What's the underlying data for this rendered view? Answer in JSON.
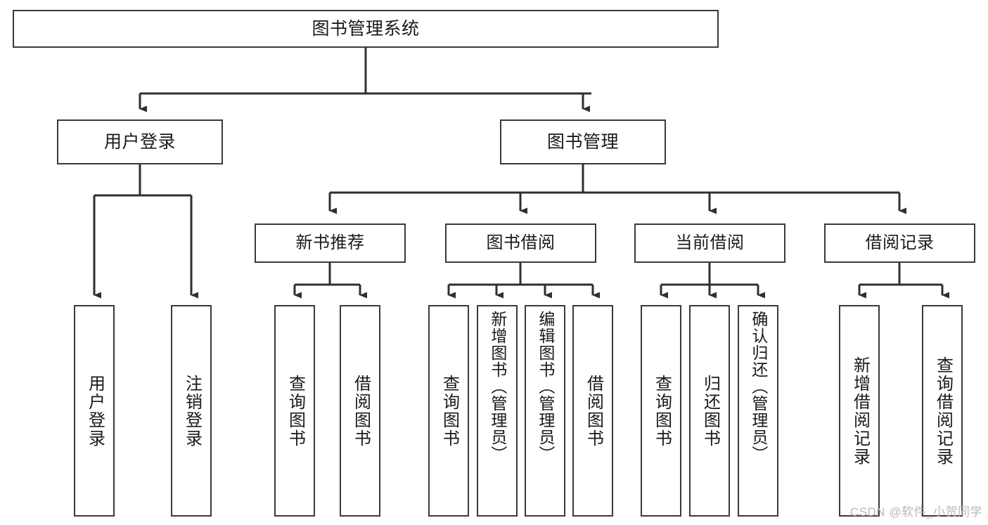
{
  "diagram": {
    "title": "图书管理系统",
    "type": "functional-structure-tree",
    "background_color": "#ffffff",
    "box_border_color": "#3a3a3a",
    "connector_color": "#2f2f2f",
    "text_color": "#1a1a1a"
  },
  "root": {
    "label": "图书管理系统"
  },
  "branches": [
    {
      "label": "用户登录"
    },
    {
      "label": "图书管理"
    }
  ],
  "mid_nodes": [
    {
      "label": "新书推荐"
    },
    {
      "label": "图书借阅"
    },
    {
      "label": "当前借阅"
    },
    {
      "label": "借阅记录"
    }
  ],
  "leaves": {
    "user_login": [
      {
        "label": "用户登录"
      },
      {
        "label": "注销登录"
      }
    ],
    "new_book_recommend": [
      {
        "label": "查询图书"
      },
      {
        "label": "借阅图书"
      }
    ],
    "book_borrow": [
      {
        "label": "查询图书"
      },
      {
        "label": "新增图书（管理员）"
      },
      {
        "label": "编辑图书（管理员）"
      },
      {
        "label": "借阅图书"
      }
    ],
    "current_borrow": [
      {
        "label": "查询图书"
      },
      {
        "label": "归还图书"
      },
      {
        "label": "确认归还（管理员）"
      }
    ],
    "borrow_record": [
      {
        "label": "新增借阅记录"
      },
      {
        "label": "查询借阅记录"
      }
    ]
  },
  "watermark": {
    "text": "CSDN @软件_小贺同学"
  }
}
